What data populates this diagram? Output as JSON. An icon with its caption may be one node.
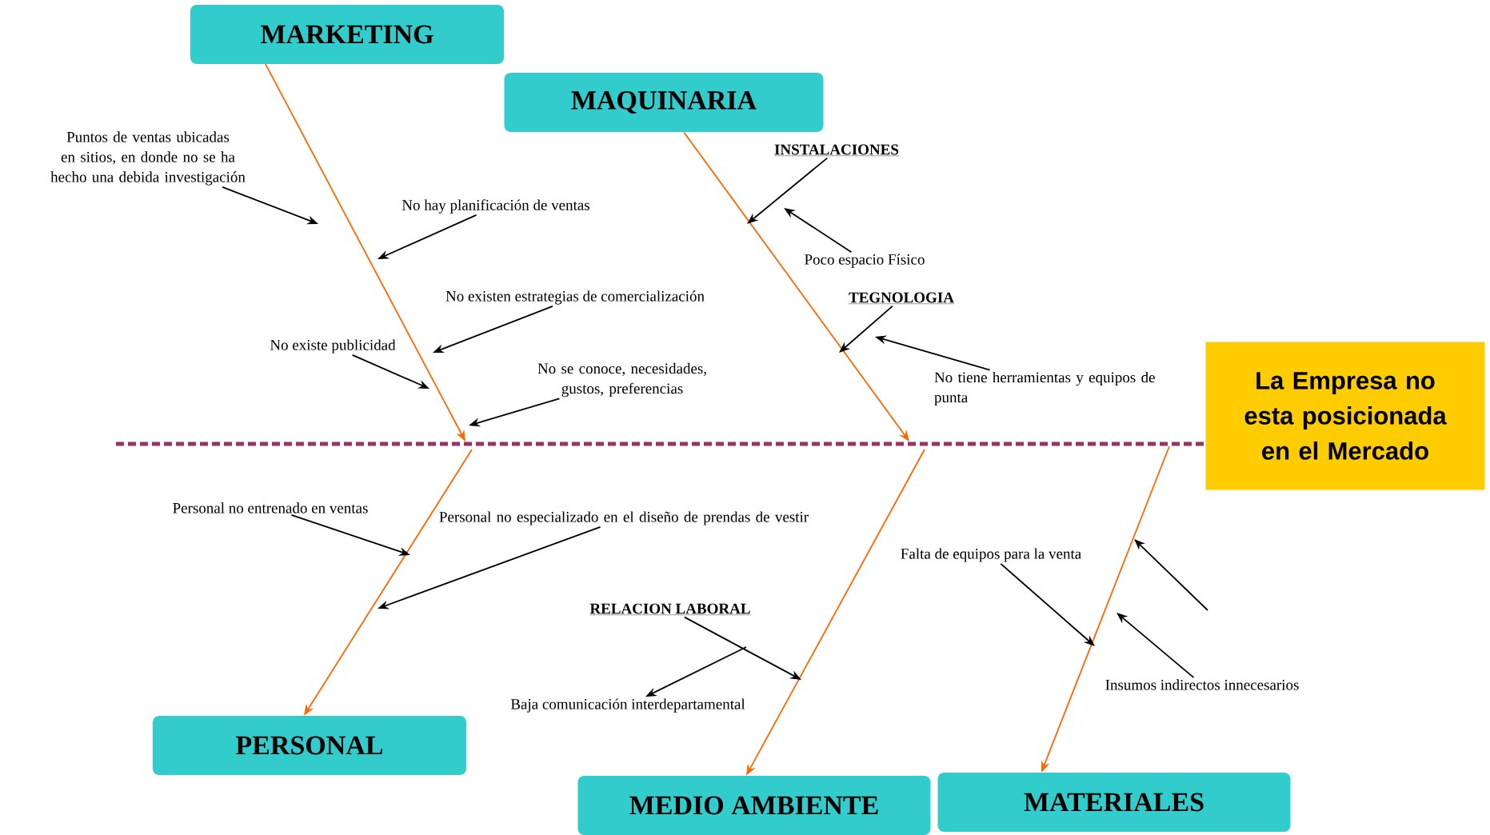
{
  "diagram": {
    "nodes": [
      {
        "text": [
          "MARKETING"
        ]
      },
      {
        "text": [
          "MAQUINARIA"
        ]
      },
      {
        "text": [
          "Puntos de ventas ubicadas en sitios, en donde no se ha  hecho una debida investigación"
        ]
      },
      {
        "text": [
          "No hay planificación de ventas"
        ]
      },
      {
        "text": [
          "INSTALACIONES"
        ]
      },
      {
        "text": [
          "Poco espacio Físico"
        ]
      },
      {
        "text": [
          "No existen estrategias  de comercialización"
        ]
      },
      {
        "text": [
          "TEGNOLOGIA"
        ]
      },
      {
        "text": [
          "No existe publicidad"
        ]
      },
      {
        "text": [
          "La Empresa no esta posicionada en el Mercado"
        ]
      },
      {
        "text": [
          "No se conoce, necesidades, gustos, preferencias"
        ]
      },
      {
        "text": [
          "No tiene  herramientas y equipos de punta"
        ]
      },
      {
        "text": [
          "Personal no entrenado en ventas"
        ]
      },
      {
        "text": [
          "Personal no  especializado en el diseño de prendas de vestir"
        ]
      },
      {
        "text": [
          "Falta de equipos para la venta"
        ]
      },
      {
        "text": [
          "RELACION LABORAL"
        ]
      },
      {
        "text": [
          "Insumos indirectos innecesarios"
        ]
      },
      {
        "text": [
          "Baja comunicación interdepartamental"
        ]
      },
      {
        "text": [
          "PERSONAL"
        ]
      },
      {
        "text": [
          "MEDIO AMBIENTE"
        ]
      },
      {
        "text": [
          "MATERIALES"
        ]
      }
    ],
    "edges": [
      {
        "from": null,
        "to": 9,
        "arrow": "none",
        "style": "dashed",
        "color": "#993366"
      },
      {
        "from": 0,
        "to": null,
        "arrow": "to",
        "color": "#ff6600"
      },
      {
        "from": 1,
        "to": null,
        "arrow": "to",
        "color": "#ff6600"
      },
      {
        "from": null,
        "to": 18,
        "arrow": "to",
        "color": "#ff6600"
      },
      {
        "from": null,
        "to": 19,
        "arrow": "to",
        "color": "#ff6600"
      },
      {
        "from": null,
        "to": 20,
        "arrow": "to",
        "color": "#ff6600"
      },
      {
        "from": 2,
        "to": null,
        "arrow": "to"
      },
      {
        "from": 3,
        "to": null,
        "arrow": "to"
      },
      {
        "from": 4,
        "to": null,
        "arrow": "to"
      },
      {
        "from": 5,
        "to": null,
        "arrow": "to"
      },
      {
        "from": 6,
        "to": null,
        "arrow": "to"
      },
      {
        "from": 7,
        "to": null,
        "arrow": "to"
      },
      {
        "from": 8,
        "to": null,
        "arrow": "to"
      },
      {
        "from": 10,
        "to": null,
        "arrow": "to"
      },
      {
        "from": 11,
        "to": null,
        "arrow": "to"
      },
      {
        "from": 12,
        "to": null,
        "arrow": "to"
      },
      {
        "from": 13,
        "to": null,
        "arrow": "to"
      },
      {
        "from": 14,
        "to": null,
        "arrow": "to"
      },
      {
        "from": 15,
        "to": null,
        "arrow": "to"
      },
      {
        "from": null,
        "to": 17,
        "arrow": "to"
      },
      {
        "from": 16,
        "to": null,
        "arrow": "to"
      }
    ]
  }
}
